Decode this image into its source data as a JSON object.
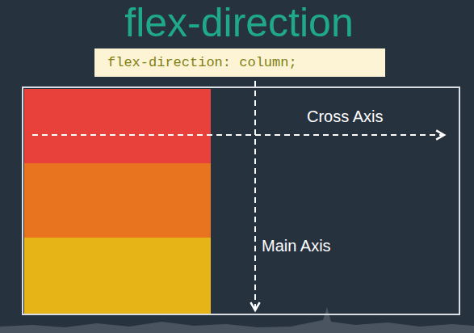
{
  "diagram": {
    "title": "flex-direction",
    "nodes": [
      {
        "text": [
          "flex-direction: column;"
        ]
      }
    ],
    "labels": [
      "Cross Axis",
      "Main Axis"
    ]
  }
}
